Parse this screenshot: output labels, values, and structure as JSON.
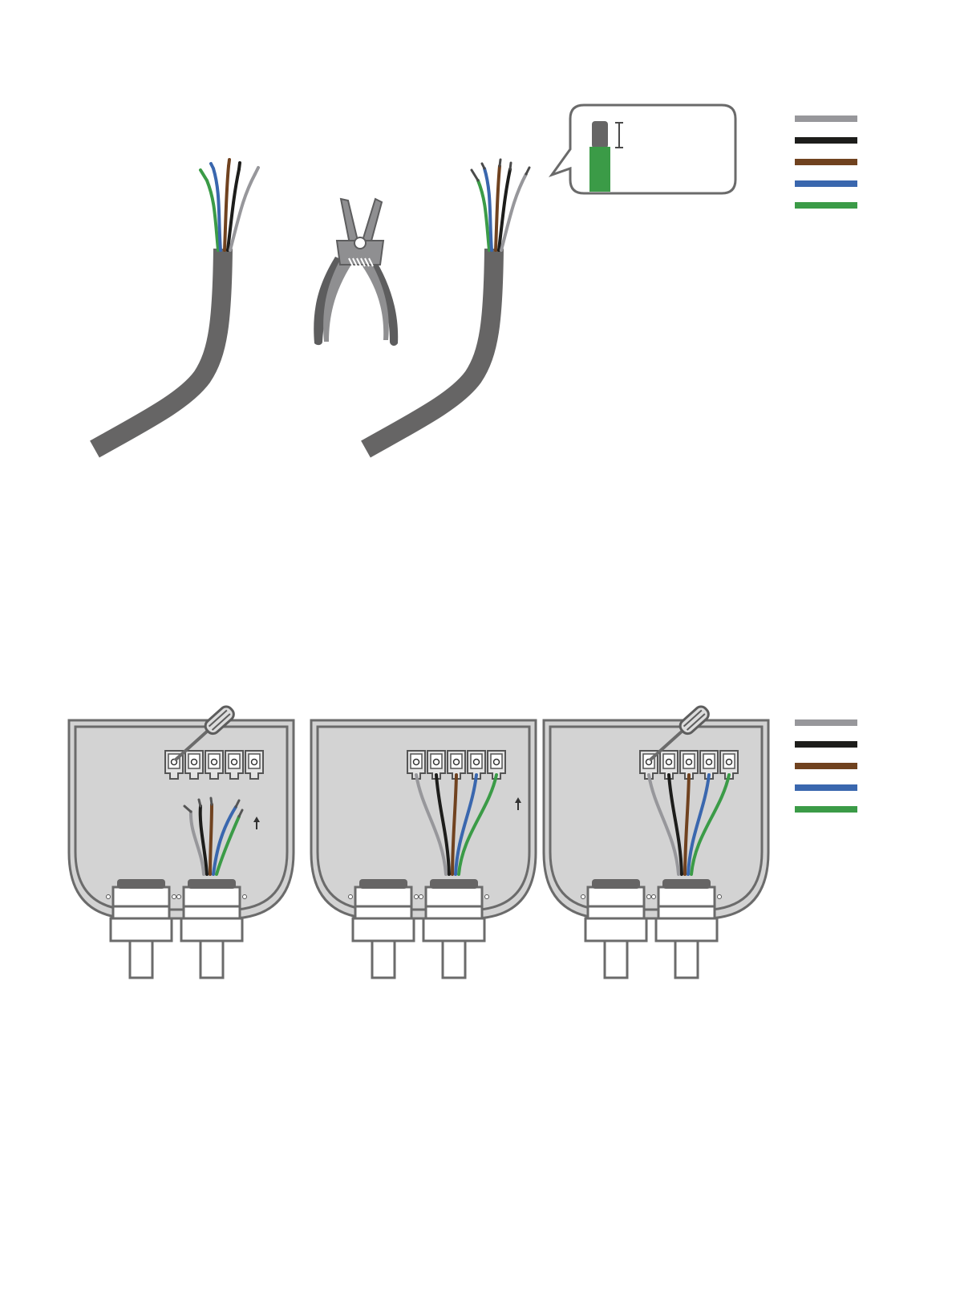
{
  "colors": {
    "cable": "#666565",
    "panel_fill": "#d3d3d3",
    "panel_stroke": "#6b6b6b",
    "terminal_fill": "#e2e2e2",
    "tool_gray": "#8f8f91",
    "tool_dark": "#5d5d5e"
  },
  "wires": [
    {
      "id": "gray",
      "color": "#97979b"
    },
    {
      "id": "black",
      "color": "#1d1d1b"
    },
    {
      "id": "brown",
      "color": "#70421f"
    },
    {
      "id": "blue",
      "color": "#3a67ae"
    },
    {
      "id": "green",
      "color": "#3b9b47"
    }
  ],
  "steps": {
    "top": [
      "unstripped-cable",
      "wire-stripper",
      "stripped-cable",
      "strip-length-callout",
      "color-legend"
    ],
    "bottom": [
      "enclosure-insert-wires",
      "enclosure-wired",
      "enclosure-tightened",
      "color-legend"
    ]
  },
  "icons": {
    "stripper": "wire-stripper-icon",
    "screwdriver": "screwdriver-icon",
    "arrow": "arrow-up-icon",
    "gland": "cable-gland-icon"
  }
}
